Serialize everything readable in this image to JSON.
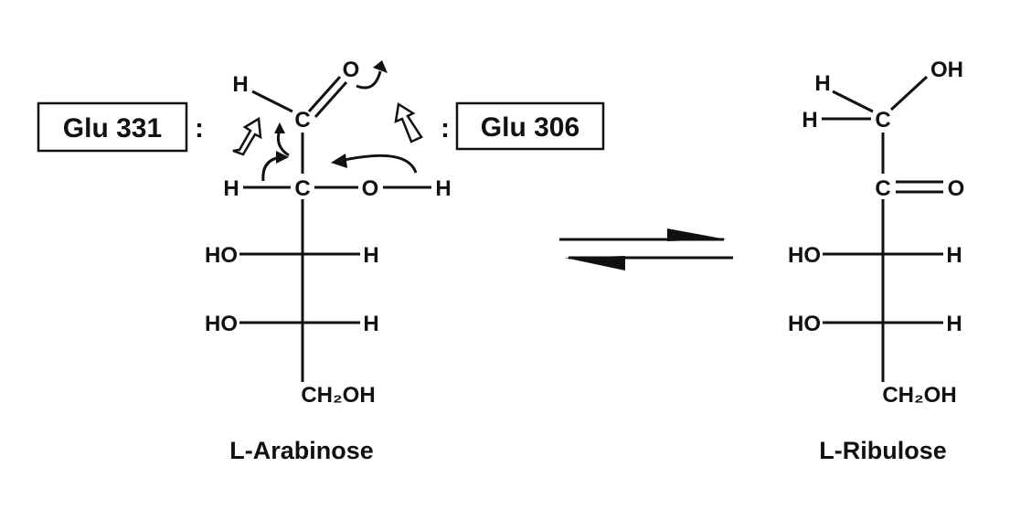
{
  "left": {
    "name": "L-Arabinose",
    "enzyme_left": "Glu 331",
    "enzyme_right": "Glu 306",
    "colon": ":",
    "atoms": {
      "c1_h": "H",
      "c1": "C",
      "c1_o": "O",
      "c2_h": "H",
      "c2": "C",
      "c2_o": "O",
      "c2_oh_h": "H",
      "c3_ho": "HO",
      "c3_h": "H",
      "c4_ho": "HO",
      "c4_h": "H",
      "c5": "CH₂OH"
    }
  },
  "right": {
    "name": "L-Ribulose",
    "atoms": {
      "c1_h1": "H",
      "c1_h2": "H",
      "c1": "C",
      "c1_oh": "OH",
      "c2": "C",
      "c2_o": "O",
      "c3_ho": "HO",
      "c3_h": "H",
      "c4_ho": "HO",
      "c4_h": "H",
      "c5": "CH₂OH"
    }
  }
}
